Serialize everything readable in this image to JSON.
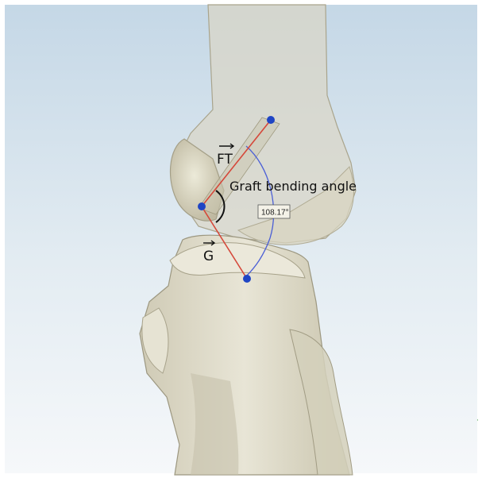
{
  "figure": {
    "vectors": {
      "femoral_tunnel_label": "FT",
      "graft_label": "G"
    },
    "annotation": {
      "angle_label": "Graft bending angle",
      "angle_value": "108.17°"
    },
    "colors": {
      "background_top": "#c9dbe8",
      "background_bottom": "#f4f7f9",
      "bone": "#e2dfcf",
      "bone_shadow": "#b9b49e",
      "vector_line": "#d5483a",
      "arc": "#4b5fd6",
      "landmark_point": "#1f45c4"
    },
    "icons": [
      "arrow-over-letter-icon",
      "angle-arc-icon",
      "landmark-point-icon"
    ]
  }
}
